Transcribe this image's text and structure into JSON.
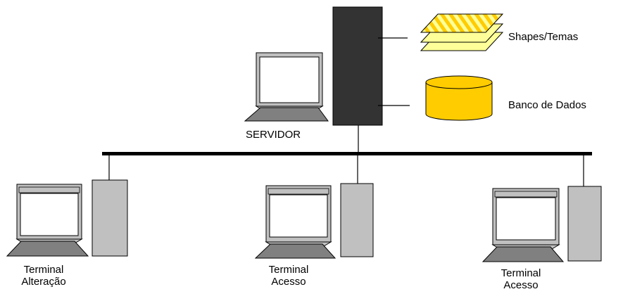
{
  "server": {
    "label": "SERVIDOR"
  },
  "resources": {
    "shapes_label": "Shapes/Temas",
    "database_label": "Banco de Dados"
  },
  "terminals": [
    {
      "line1": "Terminal",
      "line2": "Alteração"
    },
    {
      "line1": "Terminal",
      "line2": "Acesso"
    },
    {
      "line1": "Terminal",
      "line2": "Acesso"
    }
  ],
  "colors": {
    "server_tower": "#333333",
    "terminal_tower": "#c0c0c0",
    "monitor_frame": "#c0c0c0",
    "monitor_screen": "#ffffff",
    "keyboard": "#808080",
    "layer_fill": "#ffff99",
    "layer_stripes": "#ffcc00",
    "database_fill": "#ffcc00",
    "network_bus": "#000000"
  }
}
